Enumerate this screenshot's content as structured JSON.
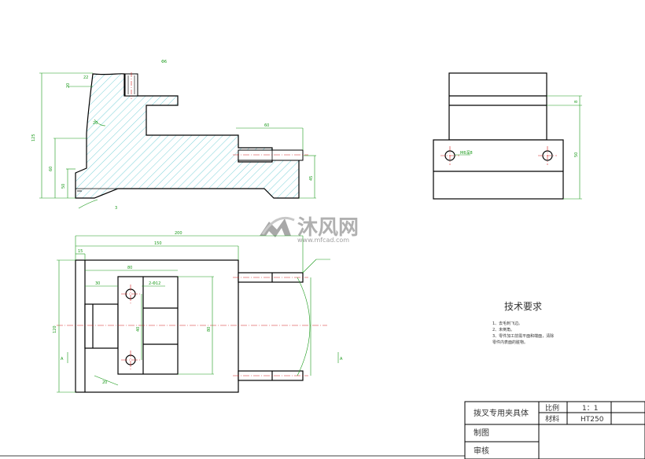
{
  "tech_requirements": {
    "title": "技术要求",
    "items": [
      "1、去毛刺飞边。",
      "2、未倒角。",
      "3、零件加工前需平面和端面，清除",
      "零件内表面的脏物。"
    ]
  },
  "title_block": {
    "part_name": "拨叉专用夹具体",
    "scale_label": "比例",
    "scale_value": "1：1",
    "material_label": "材料",
    "material_value": "HT250",
    "drawn_label": "制图",
    "checked_label": "审核"
  },
  "watermark": {
    "brand": "沐风网",
    "url": "www.mfcad.com"
  },
  "dims": {
    "front_top_note": "Φ6",
    "front_height": "125",
    "front_left_1": "60",
    "front_left_2": "50",
    "front_left_3": "20",
    "front_top_1": "20",
    "front_shoulder": "22",
    "front_bottom": "3",
    "front_pin_len": "60",
    "front_right": "45",
    "side_top": "8",
    "side_height": "50",
    "side_hole": "M6深8",
    "plan_overall": "200",
    "plan_sub": "150",
    "plan_left": "15",
    "plan_inner_1": "80",
    "plan_inner_2": "30",
    "plan_height": "120",
    "plan_mid": "40",
    "plan_right": "80",
    "plan_hole": "2-Φ12",
    "plan_hole_2": "20",
    "section_a": "A",
    "section_b": "A"
  },
  "colors": {
    "outline": "#000000",
    "dimension": "#1a9a1a",
    "center": "#d42020",
    "hatch": "#5ac6d0",
    "watermark": "#b0b0b0"
  }
}
